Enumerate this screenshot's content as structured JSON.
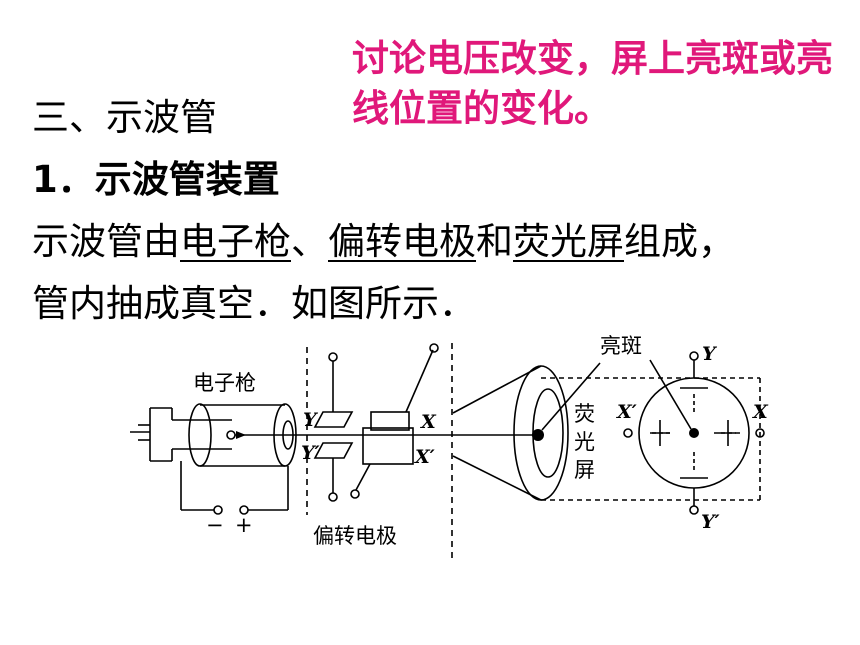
{
  "note": "讨论电压改变，屏上亮斑或亮线位置的变化。",
  "section_heading": "三、示波管",
  "sub_heading": "1．示波管装置",
  "desc": {
    "prefix": "示波管由",
    "part1": "电子枪",
    "sep1": "、",
    "part2": "偏转电极",
    "sep2": "和",
    "part3": "荧光屏",
    "suffix": "组成，"
  },
  "desc2": "管内抽成真空．如图所示．",
  "diagram": {
    "gun_label": "电子枪",
    "deflector_label": "偏转电极",
    "screen_label": [
      "荧",
      "光",
      "屏"
    ],
    "spot_label": "亮斑",
    "minus": "−",
    "plus": "+",
    "Y": "Y",
    "Yp": "Y′",
    "X": "X",
    "Xp": "X′"
  }
}
